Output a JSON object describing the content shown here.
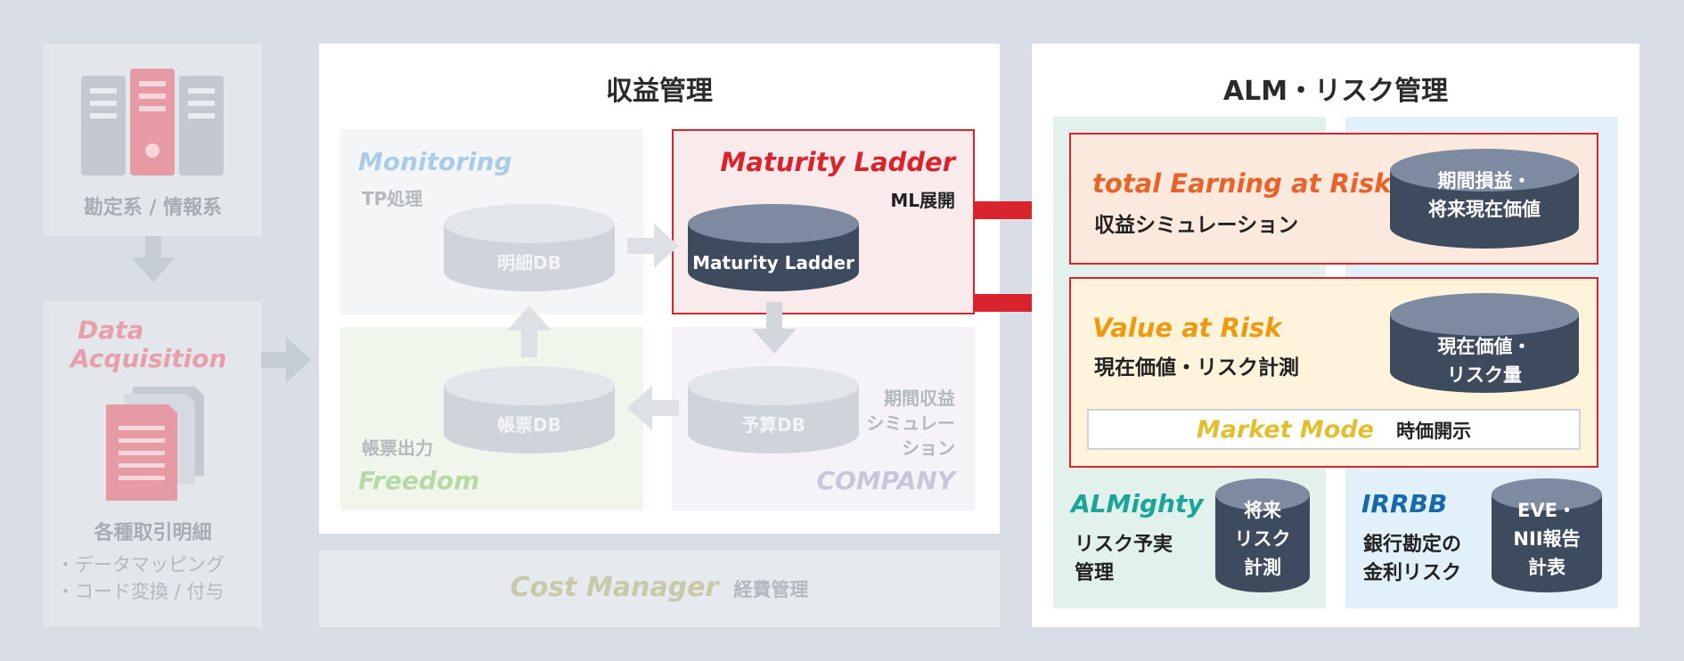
{
  "left": {
    "server_label": "勘定系 / 情報系",
    "data_acq_line1": "Data",
    "data_acq_line2": "Acquisition",
    "details_label": "各種取引明細",
    "bullet1": "・データマッピング",
    "bullet2": "・コード変換 / 付与"
  },
  "revenue": {
    "title": "収益管理",
    "monitoring": "Monitoring",
    "tp": "TP処理",
    "detail_db": "明細DB",
    "maturity_ladder_title": "Maturity Ladder",
    "ml_deploy": "ML展開",
    "ml_db": "Maturity Ladder",
    "report_db": "帳票DB",
    "budget_db": "予算DB",
    "report_output": "帳票出力",
    "freedom": "Freedom",
    "period_sim_line1": "期間収益",
    "period_sim_line2": "シミュレー",
    "period_sim_line3": "ション",
    "company": "COMPANY"
  },
  "cost": {
    "name": "Cost Manager",
    "label": "経費管理"
  },
  "alm": {
    "title": "ALM・リスク管理",
    "ear_title": "total Earning at Risk",
    "ear_sub": "収益シミュレーション",
    "ear_db_line1": "期間損益・",
    "ear_db_line2": "将来現在価値",
    "var_title": "Value at Risk",
    "var_sub": "現在価値・リスク計測",
    "var_db_line1": "現在価値・",
    "var_db_line2": "リスク量",
    "market_mode": "Market Mode",
    "market_label": "時価開示",
    "almighty": "ALMighty",
    "almighty_sub1": "リスク予実",
    "almighty_sub2": "管理",
    "almighty_db1": "将来",
    "almighty_db2": "リスク",
    "almighty_db3": "計測",
    "irrbb": "IRRBB",
    "irrbb_sub1": "銀行勘定の",
    "irrbb_sub2": "金利リスク",
    "irrbb_db1": "EVE・",
    "irrbb_db2": "NII報告",
    "irrbb_db3": "計表"
  },
  "colors": {
    "red": "#d9232d",
    "dark_cyl": "#3e4a5d",
    "faded_cyl": "#cfd4db",
    "monitoring_blue": "#a9cde6",
    "freedom_green": "#b5dba4",
    "company_purple": "#cbc5dc",
    "ear_orange": "#e8632a",
    "var_orange": "#ee9a10",
    "market_yellow": "#e2bf2e",
    "almighty_teal": "#1aa59b",
    "irrbb_blue": "#1769ae",
    "cost_olive": "#c7c9a9"
  }
}
